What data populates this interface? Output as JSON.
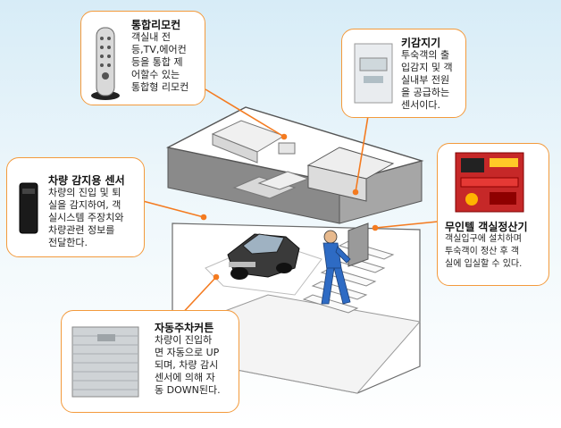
{
  "callouts": {
    "remote": {
      "title": "통합리모컨",
      "lines": [
        "객실내 전",
        "등,TV,에어컨",
        "등을 통합 제",
        "어할수 있는",
        "통합형 리모컨"
      ]
    },
    "keysensor": {
      "title": "키감지기",
      "lines": [
        "투숙객의 출",
        "입감지 및 객",
        "실내부 전원",
        "을 공급하는",
        "센서이다."
      ]
    },
    "vehicle": {
      "title": "차량 감지용 센서",
      "lines": [
        "차량의 진입 및 퇴",
        "실을 감지하여, 객",
        "실시스템 주장치와",
        "차량관련 정보를",
        "전달한다."
      ]
    },
    "settlement": {
      "title": "무인텔 객실정산기",
      "lines": [
        "객실입구에 설치하며",
        "투숙객이 정산 후 객",
        "실에 입실할 수 있다."
      ]
    },
    "shutter": {
      "title": "자동주차커튼",
      "lines": [
        "차량이 진입하",
        "면 자동으로 UP",
        "되며, 차량 감시",
        "센서에 의해 자",
        "동 DOWN된다."
      ]
    }
  },
  "colors": {
    "callout_border": "#f39a3c",
    "connector": "#f47b20",
    "garage_dark": "#8a8a8a"
  },
  "icons": [
    "remote-control-icon",
    "key-sensor-icon",
    "vehicle-sensor-icon",
    "settlement-machine-icon",
    "parking-curtain-icon",
    "car-icon",
    "person-icon"
  ]
}
